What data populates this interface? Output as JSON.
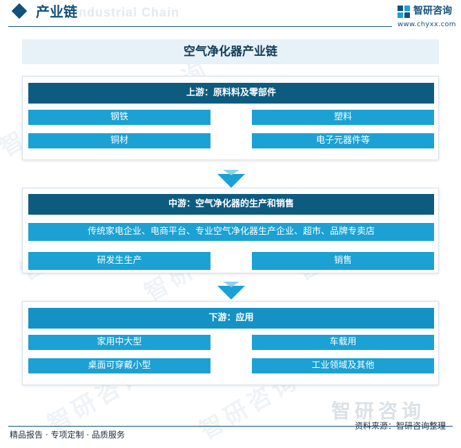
{
  "header": {
    "title": "产业链",
    "ghost_text": "Industrial Chain",
    "brand_name": "智研咨询",
    "brand_url": "www.chyxx.com"
  },
  "main_title": "空气净化器产业链",
  "sections": [
    {
      "header": "上游：原料料及零部件",
      "items": [
        "钢铁",
        "塑料",
        "铜材",
        "电子元器件等"
      ]
    },
    {
      "header": "中游：空气净化器的生产和销售",
      "wide_item": "传统家电企业、电商平台、专业空气净化器生产企业、超市、品牌专卖店",
      "items": [
        "研发生生产",
        "销售"
      ]
    },
    {
      "header": "下游：应用",
      "items": [
        "家用中大型",
        "车载用",
        "桌面可穿戴小型",
        "工业领域及其他"
      ]
    }
  ],
  "watermark": "智研咨询",
  "footer": {
    "left": "精品报告 · 专项定制 · 品质服务",
    "source": "资料来源：智研咨询整理",
    "brand": "智研咨询"
  },
  "colors": {
    "brand": "#12527a",
    "header_dark": "#0d5c80",
    "header_mid": "#1592c4",
    "item_box": "#1ba1d4",
    "arrow": "#1ba1d4",
    "title_bg": "#e6f1f8"
  }
}
